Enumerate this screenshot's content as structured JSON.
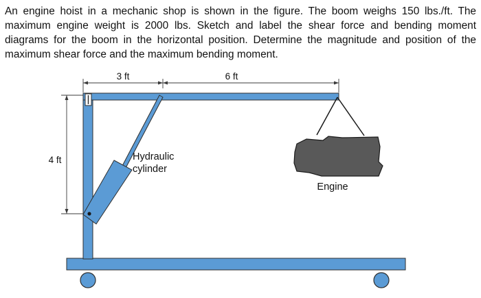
{
  "problem": {
    "text": "An engine hoist in a mechanic shop is shown in the figure. The boom weighs 150 lbs./ft. The maximum engine weight is 2000 lbs.  Sketch and label the shear force and bending moment diagrams for the boom in the horizontal position.  Determine the magnitude and position of the maximum shear force and the maximum bending moment."
  },
  "figure": {
    "dim_left": "3 ft",
    "dim_right": "6 ft",
    "dim_vertical": "4 ft",
    "cylinder_label_line1": "Hydraulic",
    "cylinder_label_line2": "cylinder",
    "engine_label": "Engine"
  },
  "colors": {
    "steel_blue": "#5b9bd5",
    "outline": "#2f2f2f",
    "engine_fill": "#595959"
  }
}
